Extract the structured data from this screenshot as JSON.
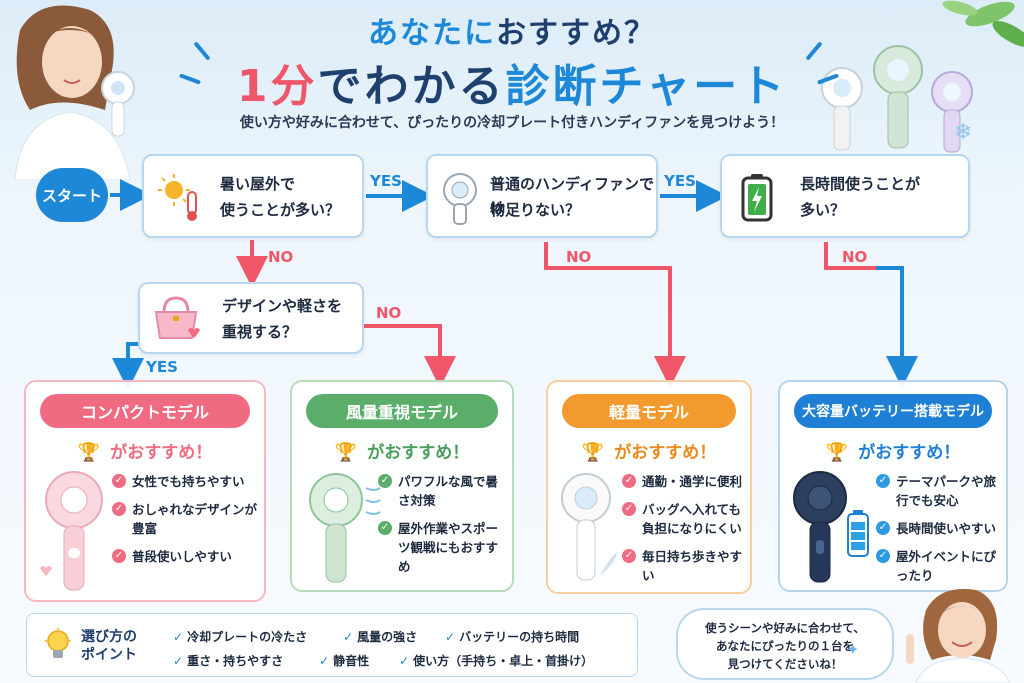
{
  "header": {
    "title_line1_a": "あなたに",
    "title_line1_b": "おすすめ？",
    "title_line2_a": "1分",
    "title_line2_b": "でわかる",
    "title_line2_c": "診断チャート",
    "subtitle": "使い方や好みに合わせて、ぴったりの冷却プレート付きハンディファンを見つけよう！"
  },
  "flow": {
    "start": "スタート",
    "q1": [
      "暑い屋外で",
      "使うことが多い？"
    ],
    "q2": [
      "普通のハンディファンでは",
      "物足りない？"
    ],
    "q3": [
      "長時間使うことが",
      "多い？"
    ],
    "q4": [
      "デザインや軽さを",
      "重視する？"
    ],
    "yes": "YES",
    "no": "NO"
  },
  "results": [
    {
      "name": "コンパクトモデル",
      "color": "#f06b82",
      "recommend": "がおすすめ！",
      "bullets": [
        "女性でも持ちやすい",
        "おしゃれなデザインが豊富",
        "普段使いしやすい"
      ]
    },
    {
      "name": "風量重視モデル",
      "color": "#5aae6a",
      "recommend": "がおすすめ！",
      "bullets": [
        "パワフルな風で暑さ対策",
        "屋外作業やスポーツ観戦にもおすすめ"
      ]
    },
    {
      "name": "軽量モデル",
      "color": "#f29a2e",
      "recommend": "がおすすめ！",
      "bullets": [
        "通勤・通学に便利",
        "バッグへ入れても負担になりにくい",
        "毎日持ち歩きやすい"
      ]
    },
    {
      "name": "大容量バッテリー搭載モデル",
      "color": "#1e7fd4",
      "recommend": "がおすすめ！",
      "bullets": [
        "テーマパークや旅行でも安心",
        "長時間使いやすい",
        "屋外イベントにぴったり"
      ]
    }
  ],
  "points": {
    "title": [
      "選び方の",
      "ポイント"
    ],
    "items": [
      "冷却プレートの冷たさ",
      "風量の強さ",
      "バッテリーの持ち時間",
      "重さ・持ちやすさ",
      "静音性",
      "使い方（手持ち・卓上・首掛け）"
    ]
  },
  "bubble": [
    "使うシーンや好みに合わせて、",
    "あなたにぴったりの１台を",
    "見つけてくださいね！"
  ],
  "icons": [
    "sun-thermometer-icon",
    "handy-fan-icon",
    "battery-icon",
    "handbag-icon",
    "trophy-icon",
    "check-icon",
    "lightbulb-icon"
  ]
}
